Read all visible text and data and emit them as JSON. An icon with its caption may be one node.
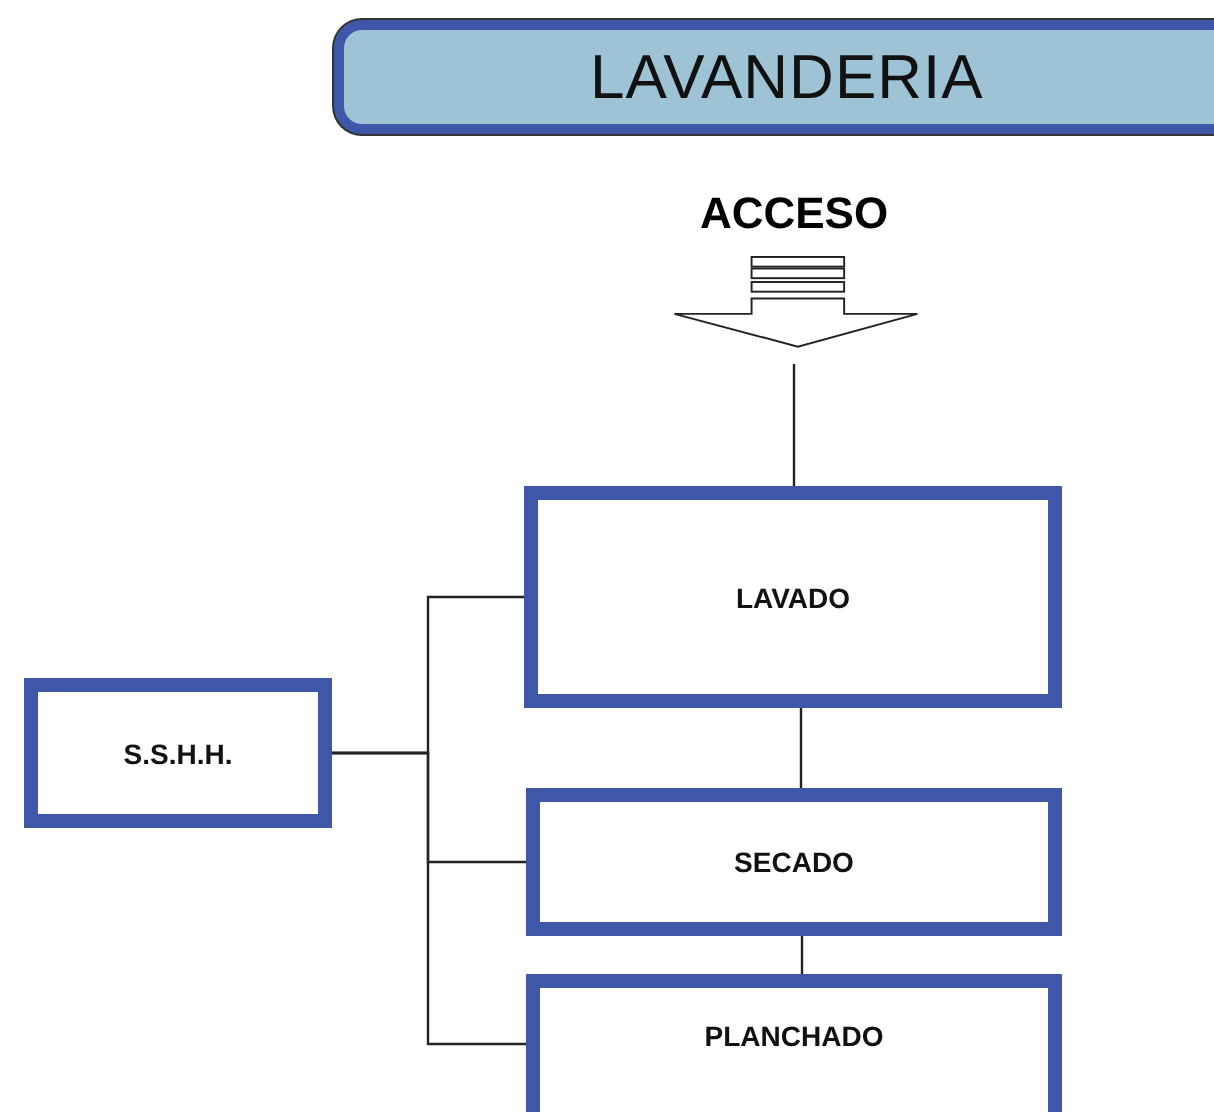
{
  "diagram": {
    "title": "LAVANDERIA",
    "nodes": [
      {
        "text": [
          "ACCESO"
        ]
      },
      {
        "text": [
          "LAVADO"
        ]
      },
      {
        "text": [
          "SECADO"
        ]
      },
      {
        "text": [
          "PLANCHADO"
        ]
      },
      {
        "text": [
          "S.S.H.H."
        ]
      }
    ],
    "edges": [
      {
        "from": 0,
        "to": 1,
        "arrow": "none"
      },
      {
        "from": 1,
        "to": 2,
        "arrow": "none"
      },
      {
        "from": 2,
        "to": 3,
        "arrow": "none"
      },
      {
        "from": 4,
        "to": 1,
        "arrow": "none"
      },
      {
        "from": 4,
        "to": 2,
        "arrow": "none"
      },
      {
        "from": 4,
        "to": 3,
        "arrow": "none"
      }
    ]
  }
}
